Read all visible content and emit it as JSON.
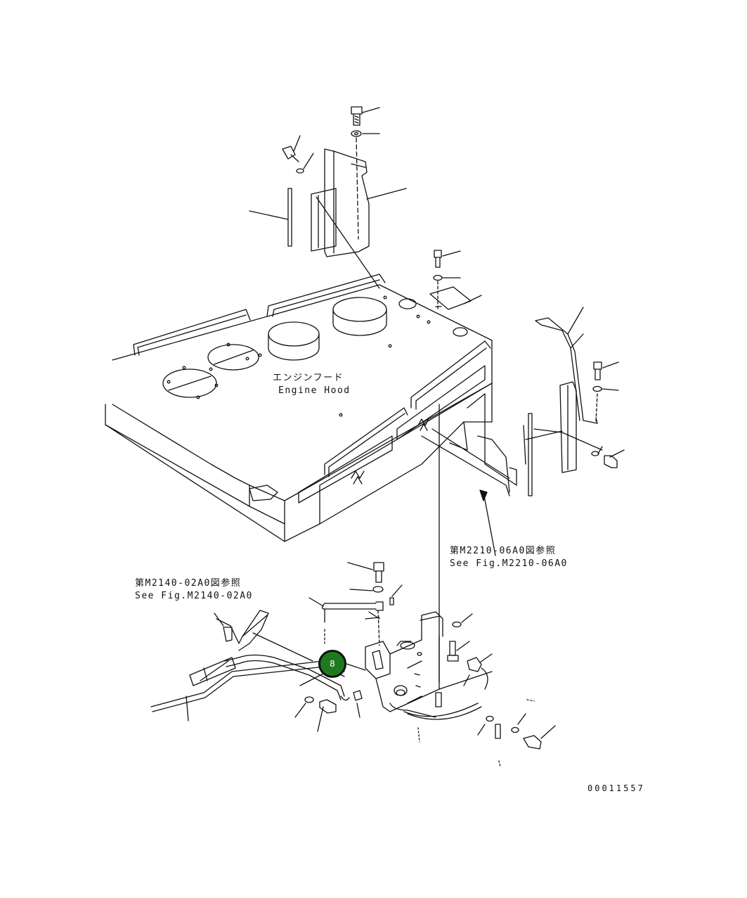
{
  "diagram": {
    "engine_hood_label_jp": "エンジンフード",
    "engine_hood_label_en": "Engine Hood",
    "ref_m2210_jp": "第M2210-06A0図参照",
    "ref_m2210_en": "See Fig.M2210-06A0",
    "ref_m2140_jp": "第M2140-02A0図参照",
    "ref_m2140_en": "See Fig.M2140-02A0",
    "callout_marker_label": "8",
    "drawing_number": "00011557"
  },
  "colors": {
    "line": "#111111",
    "marker_fill": "#1f7a1f",
    "background": "#ffffff"
  }
}
